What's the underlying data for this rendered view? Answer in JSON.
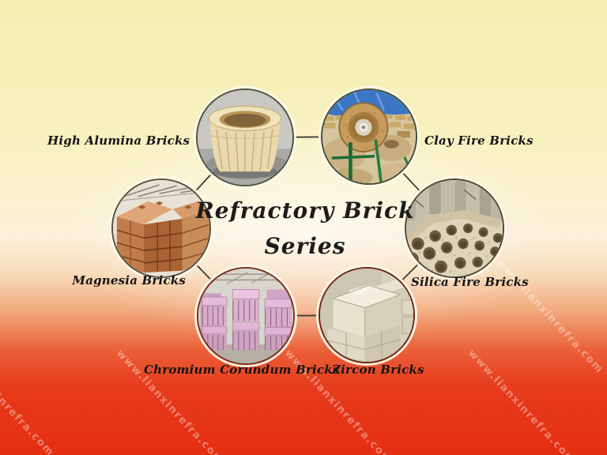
{
  "title": {
    "line1": "Refractory Brick",
    "line2": "Series"
  },
  "products": [
    {
      "id": "high-alumina-bricks",
      "label": "High Alumina Bricks"
    },
    {
      "id": "clay-fire-bricks",
      "label": "Clay Fire Bricks"
    },
    {
      "id": "magnesia-bricks",
      "label": "Magnesia Bricks"
    },
    {
      "id": "silica-fire-bricks",
      "label": "Silica Fire Bricks"
    },
    {
      "id": "chromium-corundum-bricks",
      "label": "Chromium Corundum Bricks"
    },
    {
      "id": "zircon-bricks",
      "label": "Zircon Bricks"
    }
  ],
  "watermark": {
    "text": "www.lianxinrefra.com",
    "color": "#ffffff",
    "opacity": 0.38
  },
  "colors": {
    "background_top": "#f5efb2",
    "background_center": "#fcf3dd",
    "background_bottom": "#e42f11",
    "title_text": "#1c1c1c",
    "label_text": "#141414",
    "connector_line": "#3c3c35",
    "circle_ring": "#fffaec"
  }
}
